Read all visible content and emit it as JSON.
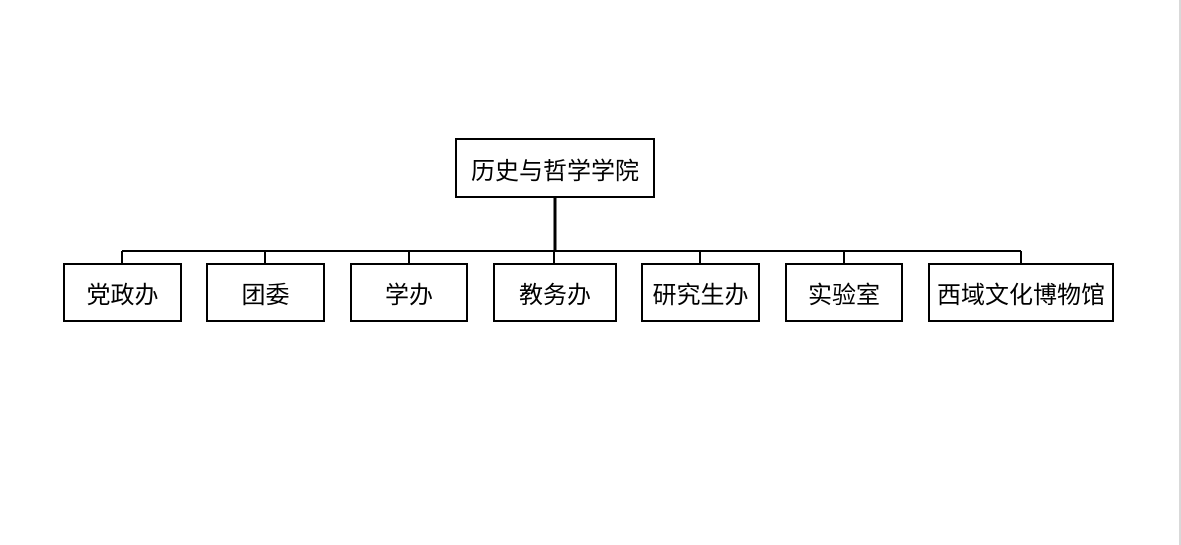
{
  "diagram": {
    "type": "org-chart",
    "root": {
      "label": "历史与哲学学院"
    },
    "children": [
      {
        "label": "党政办"
      },
      {
        "label": "团委"
      },
      {
        "label": "学办"
      },
      {
        "label": "教务办"
      },
      {
        "label": "研究生办"
      },
      {
        "label": "实验室"
      },
      {
        "label": "西域文化博物馆"
      }
    ],
    "colors": {
      "line": "#000000",
      "border": "#000000",
      "background": "#ffffff"
    }
  }
}
